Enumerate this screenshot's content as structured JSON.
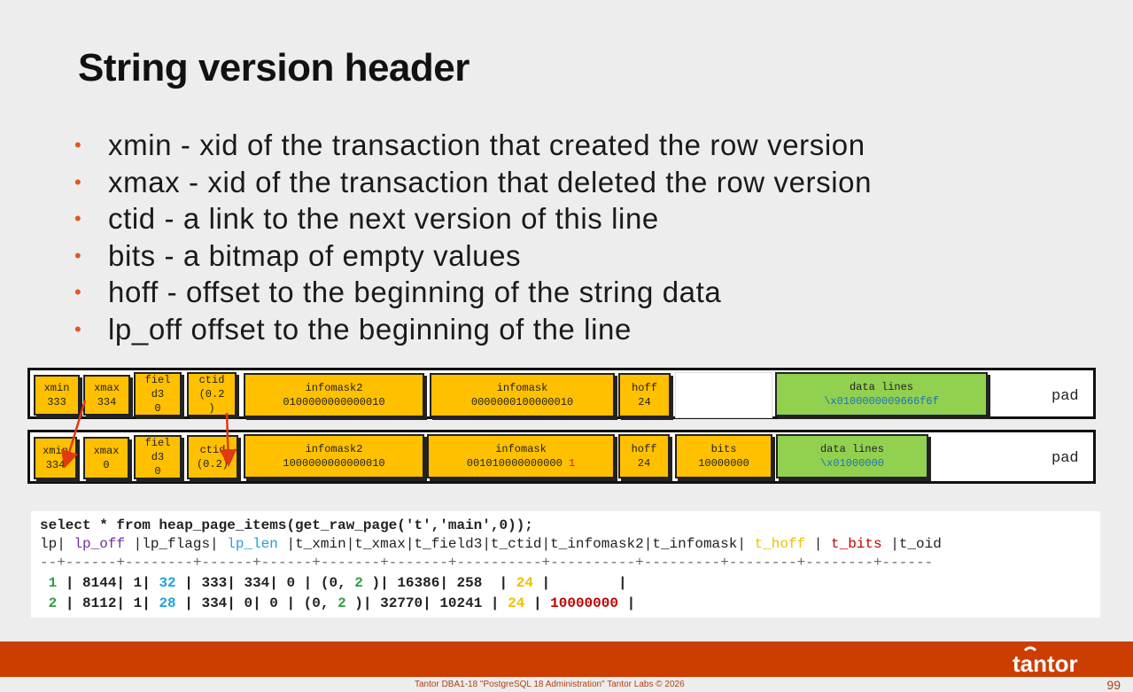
{
  "title": "String version header",
  "bullets": [
    "xmin - xid of the transaction that created the row version",
    "xmax - xid of the transaction that deleted the row version",
    "ctid - a link to the next version of this line",
    "bits - a bitmap of empty values",
    "hoff - offset to the beginning of the string data",
    "lp_off offset to the beginning of the line"
  ],
  "row1": {
    "xmin": [
      "xmin",
      "333"
    ],
    "xmax": [
      "xmax",
      "334"
    ],
    "field3": [
      "fiel",
      "d3",
      "0"
    ],
    "ctid": [
      "ctid",
      "(0.2",
      ")"
    ],
    "infomask2": [
      "infomask2",
      "0100000000000010"
    ],
    "infomask": [
      "infomask",
      "0000000100000010"
    ],
    "hoff": [
      "hoff",
      "24"
    ],
    "data": [
      "data lines",
      "\\x0100000009666f6f"
    ],
    "pad": "pad"
  },
  "row2": {
    "xmin": [
      "xmin",
      "334"
    ],
    "xmax": [
      "xmax",
      "0"
    ],
    "field3": [
      "fiel",
      "d3",
      "0"
    ],
    "ctid": [
      "ctid",
      "(0.2)"
    ],
    "infomask2": [
      "infomask2",
      "1000000000000010"
    ],
    "infomask": [
      "infomask",
      "001010000000000",
      "1"
    ],
    "hoff": [
      "hoff",
      "24"
    ],
    "bits": [
      "bits",
      "10000000"
    ],
    "data": [
      "data lines",
      "\\x01000000"
    ],
    "pad": "pad"
  },
  "sql": {
    "query": "select * from heap_page_items(get_raw_page('t','main',0));",
    "header": [
      "lp|",
      " lp_off",
      " |lp_flags|",
      " lp_len",
      " |t_xmin|t_xmax|t_field3|t_ctid|t_infomask2|t_infomask|",
      " t_hoff",
      " |",
      " t_bits",
      " |t_oid"
    ],
    "separator": "--+------+--------+------+------+-------+-------+----------+----------+---------+--------+--------+------",
    "rows": [
      [
        "1",
        " | 8144| 1|",
        " 32",
        " | 333| 334| 0 | (0, ",
        "2",
        " )| 16386| 258  |",
        " 24",
        " |        |"
      ],
      [
        "2",
        " | 8112| 1|",
        " 28",
        " | 334| 0| 0 | (0, ",
        "2",
        " )| 32770| 10241 |",
        " 24",
        " |",
        " 10000000",
        " |"
      ]
    ]
  },
  "footer": {
    "note": "Tantor DBA1-18 \"PostgreSQL 18 Administration\" Tantor Labs © 2026",
    "page": "99",
    "logo": "tantor"
  },
  "colors": {
    "accent": "#cc3d00",
    "bullet": "#e4571a",
    "cell": "#ffc000",
    "data_cell": "#92d050"
  }
}
